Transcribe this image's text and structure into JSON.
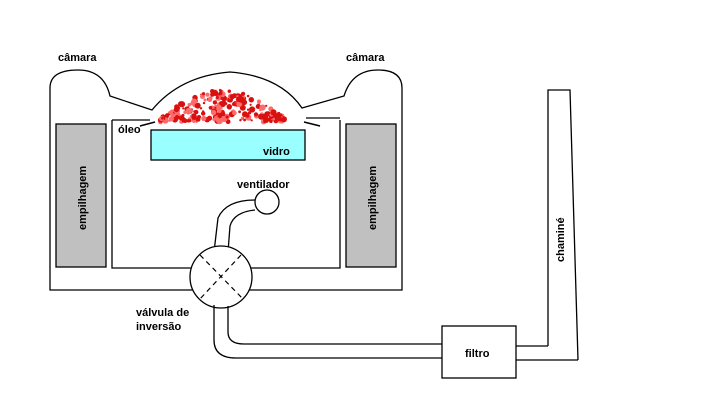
{
  "labels": {
    "camara_left": "câmara",
    "camara_right": "câmara",
    "oleo": "óleo",
    "vidro": "vidro",
    "ventilador": "ventilador",
    "empilhagem_left": "empilhagem",
    "empilhagem_right": "empilhagem",
    "valvula_line1": "válvula de",
    "valvula_line2": "inversão",
    "filtro": "filtro",
    "chamine": "chaminé"
  },
  "colors": {
    "outline": "#000000",
    "stack_fill": "#c0c0c0",
    "glass_fill": "#99ffff",
    "flame": "#d81010",
    "background": "#ffffff"
  }
}
